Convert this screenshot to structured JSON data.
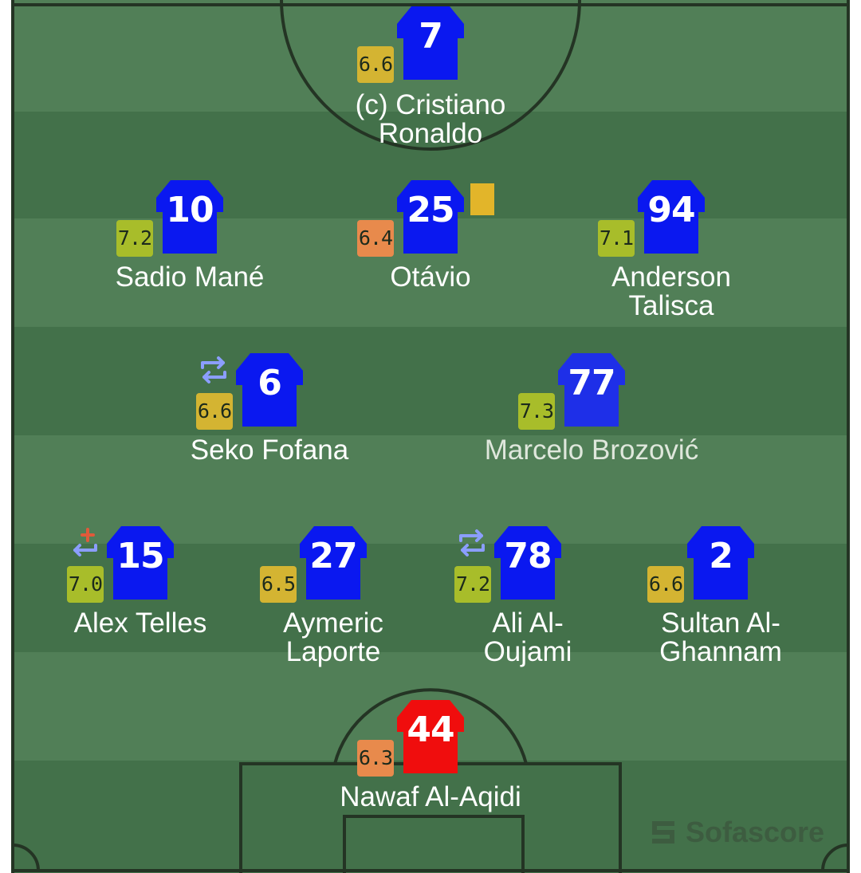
{
  "colors": {
    "pitch_dark": "#43714a",
    "pitch_light": "#517f57",
    "lines": "#243424",
    "shirt_outfield": "#0a18f0",
    "shirt_goalkeeper": "#f00d0d",
    "rating_yellow": "#d4b432",
    "rating_orange": "#e88a4c",
    "rating_green": "#a8bd2a",
    "yellow_card": "#e2b52a",
    "sub_icon": "#8b9eff",
    "goal_icon": "#e05a3a"
  },
  "players": [
    {
      "id": "ronaldo",
      "number": "7",
      "name": "(c) Cristiano Ronaldo",
      "rating": "6.6",
      "rating_color": "yellow",
      "shirt": "outfield"
    },
    {
      "id": "mane",
      "number": "10",
      "name": "Sadio Mané",
      "rating": "7.2",
      "rating_color": "green",
      "shirt": "outfield"
    },
    {
      "id": "otavio",
      "number": "25",
      "name": "Otávio",
      "rating": "6.4",
      "rating_color": "orange",
      "shirt": "outfield",
      "yellow_card": true
    },
    {
      "id": "talisca",
      "number": "94",
      "name_line1": "Anderson",
      "name_line2": "Talisca",
      "rating": "7.1",
      "rating_color": "green",
      "shirt": "outfield"
    },
    {
      "id": "fofana",
      "number": "6",
      "name": "Seko Fofana",
      "rating": "6.6",
      "rating_color": "yellow",
      "shirt": "outfield",
      "substituted": true
    },
    {
      "id": "brozovic",
      "number": "77",
      "name": "Marcelo Brozović",
      "rating": "7.3",
      "rating_color": "green",
      "shirt": "outfield"
    },
    {
      "id": "telles",
      "number": "15",
      "name": "Alex Telles",
      "rating": "7.0",
      "rating_color": "green",
      "shirt": "outfield",
      "substituted_in": true
    },
    {
      "id": "laporte",
      "number": "27",
      "name_line1": "Aymeric",
      "name_line2": "Laporte",
      "rating": "6.5",
      "rating_color": "yellow",
      "shirt": "outfield"
    },
    {
      "id": "oujami",
      "number": "78",
      "name_line1": "Ali Al-",
      "name_line2": "Oujami",
      "rating": "7.2",
      "rating_color": "green",
      "shirt": "outfield",
      "substituted": true
    },
    {
      "id": "ghannam",
      "number": "2",
      "name_line1": "Sultan Al-",
      "name_line2": "Ghannam",
      "rating": "6.6",
      "rating_color": "yellow",
      "shirt": "outfield"
    },
    {
      "id": "aqidi",
      "number": "44",
      "name": "Nawaf Al-Aqidi",
      "rating": "6.3",
      "rating_color": "orange",
      "shirt": "goalkeeper"
    }
  ],
  "brand": {
    "name": "Sofascore"
  }
}
